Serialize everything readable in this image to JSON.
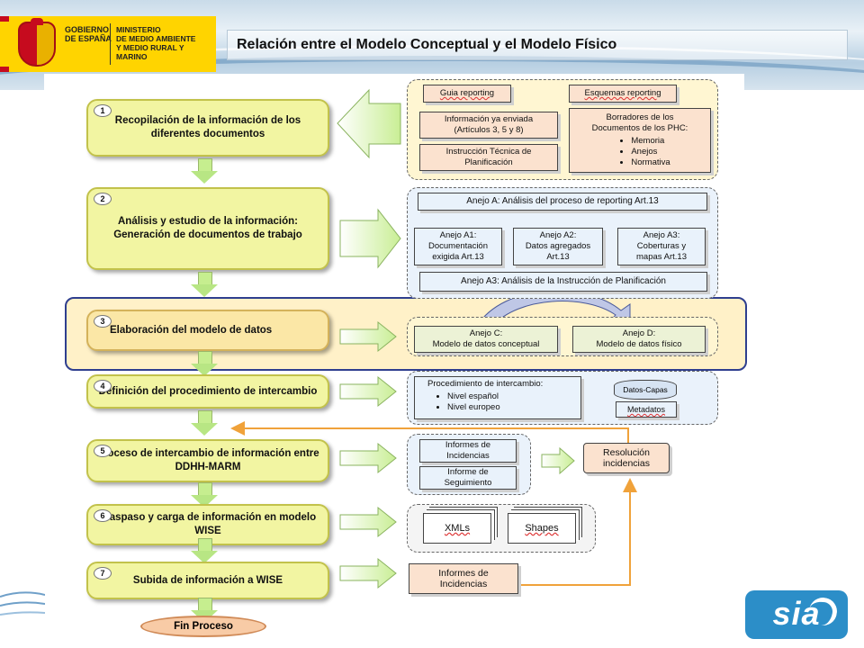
{
  "header": {
    "gov_lines": [
      "GOBIERNO",
      "DE ESPAÑA"
    ],
    "ministry_lines": [
      "MINISTERIO",
      "DE MEDIO AMBIENTE",
      "Y MEDIO RURAL Y MARINO"
    ],
    "title": "Relación entre el Modelo Conceptual y el Modelo Físico"
  },
  "steps": [
    {
      "num": "1",
      "label": "Recopilación de la información de los diferentes documentos"
    },
    {
      "num": "2",
      "label": "Análisis y estudio de la información: Generación de documentos de trabajo"
    },
    {
      "num": "3",
      "label": "Elaboración del modelo de datos"
    },
    {
      "num": "4",
      "label": "Definición del procedimiento de intercambio"
    },
    {
      "num": "5",
      "label": "Proceso de intercambio de información entre DDHH-MARM"
    },
    {
      "num": "6",
      "label": "Traspaso y carga de información en modelo WISE"
    },
    {
      "num": "7",
      "label": "Subida de información a WISE"
    }
  ],
  "end": "Fin Proceso",
  "group1": {
    "guia": "Guia reporting",
    "esquemas": "Esquemas reporting",
    "info_enviada": [
      "Información ya enviada",
      "(Artículos 3, 5 y 8)"
    ],
    "borradores": [
      "Borradores de los",
      "Documentos de los PHC:"
    ],
    "borradores_items": [
      "Memoria",
      "Anejos",
      "Normativa"
    ],
    "instruccion": [
      "Instrucción Técnica de",
      "Planificación"
    ]
  },
  "group2": {
    "anejo_a": "Anejo A: Análisis del proceso de reporting Art.13",
    "a1": [
      "Anejo A1:",
      "Documentación",
      "exigida Art.13"
    ],
    "a2": [
      "Anejo A2:",
      "Datos agregados",
      "Art.13"
    ],
    "a3": [
      "Anejo A3:",
      "Coberturas y",
      "mapas Art.13"
    ],
    "a3_bottom": "Anejo A3: Análisis de la Instrucción de Planificación"
  },
  "group3": {
    "c": [
      "Anejo C:",
      "Modelo de datos conceptual"
    ],
    "d": [
      "Anejo D:",
      "Modelo de datos físico"
    ]
  },
  "group4": {
    "proc": "Procedimiento de intercambio:",
    "items": [
      "Nivel español",
      "Nivel europeo"
    ],
    "datos_capas": "Datos-Capas",
    "metadatos": "Metadatos"
  },
  "group5": {
    "informes": [
      "Informes de",
      "Incidencias"
    ],
    "seguimiento": [
      "Informe de",
      "Seguimiento"
    ],
    "resolucion": [
      "Resolución",
      "incidencias"
    ]
  },
  "group6": {
    "xmls": "XMLs",
    "shapes": "Shapes"
  },
  "group7": {
    "informes": [
      "Informes de",
      "Incidencias"
    ]
  },
  "logo": "sia"
}
